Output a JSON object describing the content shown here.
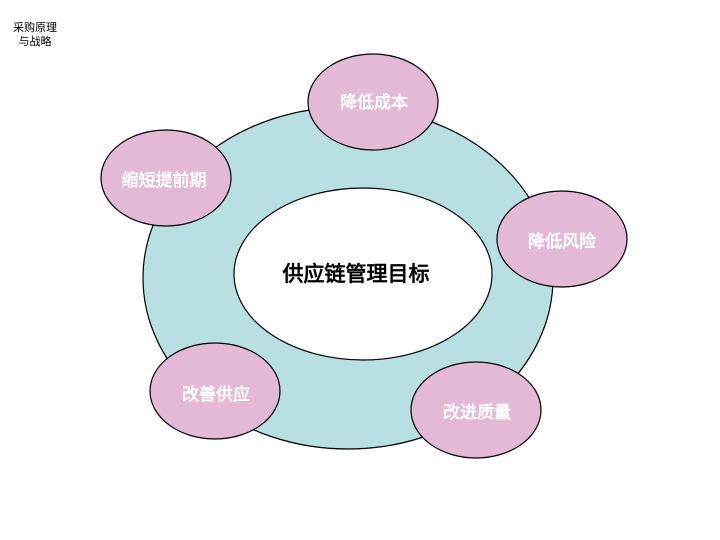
{
  "header": {
    "title_line1": "采购原理",
    "title_line2": "与战略"
  },
  "diagram": {
    "center_label": "供应链管理目标",
    "goals": [
      {
        "label": "降低成本"
      },
      {
        "label": "降低风险"
      },
      {
        "label": "改进质量"
      },
      {
        "label": "改善供应"
      },
      {
        "label": "缩短提前期"
      }
    ]
  },
  "colors": {
    "ring_fill": "#b8dfe1",
    "bubble_fill": "#e3b9d6",
    "outline": "#000000",
    "center_fill": "#ffffff"
  }
}
